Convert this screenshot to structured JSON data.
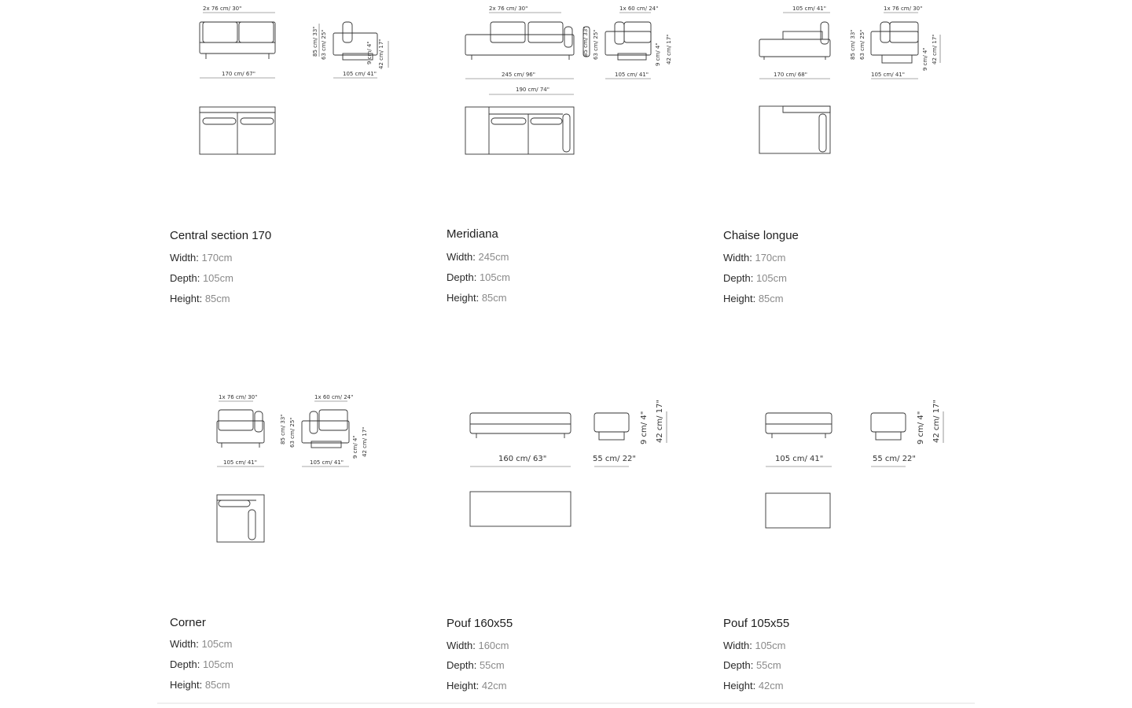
{
  "products": [
    {
      "id": "central-section-170",
      "name": "Central section 170",
      "width_label": "Width:",
      "width": "170cm",
      "depth_label": "Depth:",
      "depth": "105cm",
      "height_label": "Height:",
      "height": "85cm",
      "dims": {
        "top_left": "2x 76 cm/  30\"",
        "bottom_left": "170 cm/  67\"",
        "v1": "85 cm/  33\"",
        "v2": "63 cm/  25\"",
        "bottom_right": "105 cm/  41\"",
        "v3": "9 cm/  4\"",
        "v4": "42 cm/  17\""
      }
    },
    {
      "id": "meridiana",
      "name": "Meridiana",
      "width_label": "Width:",
      "width": "245cm",
      "depth_label": "Depth:",
      "depth": "105cm",
      "height_label": "Height:",
      "height": "85cm",
      "dims": {
        "top_left": "2x 76 cm/  30\"",
        "top_right": "1x 60 cm/  24\"",
        "bottom_left": "245 cm/  96\"",
        "v1": "85 cm/  33\"",
        "v2": "63 cm/  25\"",
        "bottom_right": "105 cm/  41\"",
        "v3": "9 cm/  4\"",
        "v4": "42 cm/  17\"",
        "plan": "190 cm/  74\""
      }
    },
    {
      "id": "chaise-longue",
      "name": "Chaise longue",
      "width_label": "Width:",
      "width": "170cm",
      "depth_label": "Depth:",
      "depth": "105cm",
      "height_label": "Height:",
      "height": "85cm",
      "dims": {
        "top_left": "105 cm/  41\"",
        "top_right": "1x 76 cm/  30\"",
        "bottom_left": "170 cm/  68\"",
        "v1": "85 cm/  33\"",
        "v2": "63 cm/  25\"",
        "bottom_right": "105 cm/  41\"",
        "v3": "9 cm/  4\"",
        "v4": "42 cm/  17\""
      }
    },
    {
      "id": "corner",
      "name": "Corner",
      "width_label": "Width:",
      "width": "105cm",
      "depth_label": "Depth:",
      "depth": "105cm",
      "height_label": "Height:",
      "height": "85cm",
      "dims": {
        "top_left": "1x 76 cm/  30\"",
        "top_right": "1x 60 cm/  24\"",
        "bottom_left": "105 cm/  41\"",
        "v1": "85 cm/  33\"",
        "v2": "63 cm/  25\"",
        "bottom_right": "105 cm/  41\"",
        "v3": "9 cm/  4\"",
        "v4": "42 cm/  17\""
      }
    },
    {
      "id": "pouf-160x55",
      "name": "Pouf 160x55",
      "width_label": "Width:",
      "width": "160cm",
      "depth_label": "Depth:",
      "depth": "55cm",
      "height_label": "Height:",
      "height": "42cm",
      "dims": {
        "bottom_left": "160 cm/  63\"",
        "bottom_right": "55 cm/  22\"",
        "v3": "9 cm/  4\"",
        "v4": "42 cm/  17\""
      }
    },
    {
      "id": "pouf-105x55",
      "name": "Pouf 105x55",
      "width_label": "Width:",
      "width": "105cm",
      "depth_label": "Depth:",
      "depth": "55cm",
      "height_label": "Height:",
      "height": "42cm",
      "dims": {
        "bottom_left": "105 cm/  41\"",
        "bottom_right": "55 cm/  22\"",
        "v3": "9 cm/  4\"",
        "v4": "42 cm/  17\""
      }
    }
  ]
}
